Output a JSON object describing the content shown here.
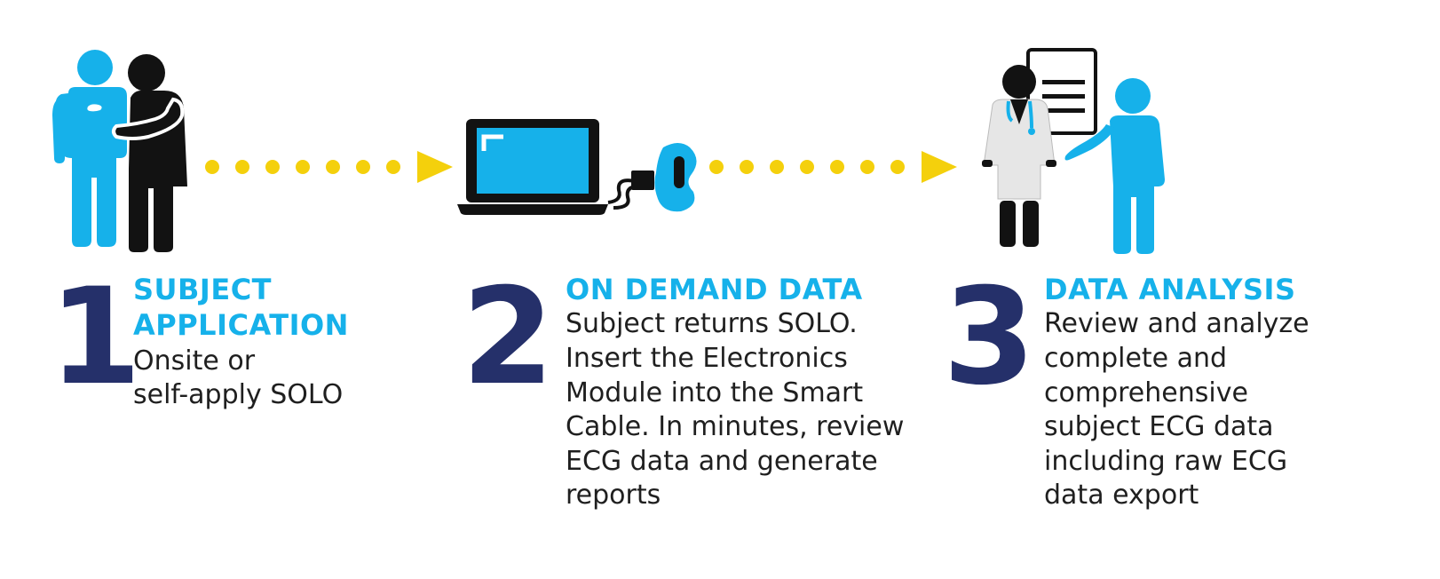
{
  "colors": {
    "blue": "#16b1ea",
    "navy": "#25306a",
    "black": "#121212",
    "yellow": "#f4d00c"
  },
  "steps": [
    {
      "number": "1",
      "title_line1": "SUBJECT",
      "title_line2": "APPLICATION",
      "desc_lines": [
        "Onsite or",
        "self-apply SOLO"
      ]
    },
    {
      "number": "2",
      "title_line1": "ON DEMAND DATA",
      "desc_lines": [
        "Subject returns SOLO.",
        "Insert the Electronics",
        "Module into the Smart",
        "Cable. In minutes, review",
        "ECG data and generate",
        "reports"
      ]
    },
    {
      "number": "3",
      "title_line1": "DATA ANALYSIS",
      "desc_lines": [
        "Review and analyze",
        "complete and",
        "comprehensive",
        "subject ECG data",
        "including raw ECG",
        "data export"
      ]
    }
  ]
}
